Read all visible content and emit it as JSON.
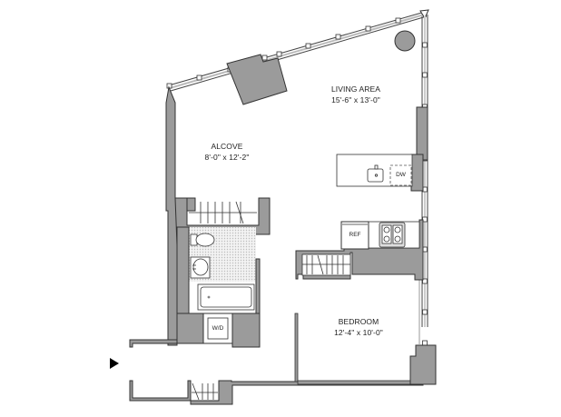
{
  "rooms": {
    "living": {
      "name": "LIVING AREA",
      "dims": "15'-6\" x 13'-0\""
    },
    "alcove": {
      "name": "ALCOVE",
      "dims": "8'-0\" x 12'-2\""
    },
    "bedroom": {
      "name": "BEDROOM",
      "dims": "12'-4\" x 10'-0\""
    }
  },
  "fixtures": {
    "dishwasher": "DW",
    "refrigerator": "REF",
    "washer_dryer": "W/D"
  },
  "colors": {
    "wall_fill": "#9b9b9b",
    "wall_stroke": "#333333",
    "tile": "#e4e4e4",
    "background": "#ffffff"
  }
}
